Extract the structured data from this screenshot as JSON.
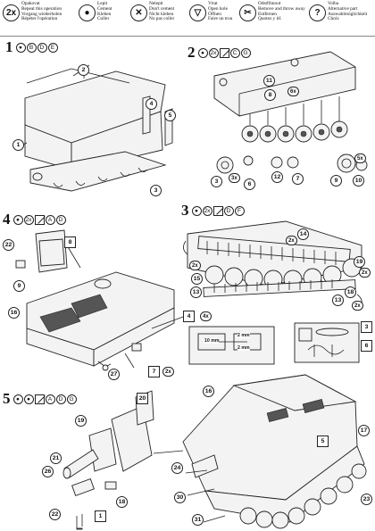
{
  "legend": [
    {
      "icon": "2x",
      "lines": [
        "Opakovat",
        "Repeat this operation",
        "Vorgang wiederholen",
        "Répéter l'opération"
      ]
    },
    {
      "icon": "●",
      "lines": [
        "Lepit",
        "Cement",
        "Kleben",
        "Coller"
      ]
    },
    {
      "icon": "✕",
      "lines": [
        "Nelepit",
        "Don't cement",
        "Nicht kleben",
        "No pas coller"
      ]
    },
    {
      "icon": "▽",
      "lines": [
        "Vrtat",
        "Open hole",
        "Öffnen",
        "Faire un trou"
      ]
    },
    {
      "icon": "✂",
      "lines": [
        "Odstřihnout",
        "Remove and throw away",
        "Entfernen",
        "Quotez y tiš"
      ]
    },
    {
      "icon": "?",
      "lines": [
        "Volba",
        "Alternative part",
        "Auswahlmöglichkeit",
        "Choix"
      ]
    }
  ],
  "steps": [
    {
      "number": "1",
      "icons": [
        "●",
        "B",
        "D",
        "E"
      ]
    },
    {
      "number": "2",
      "icons": [
        "●",
        "2x",
        "✂",
        "C",
        "G"
      ]
    },
    {
      "number": "3",
      "icons": [
        "●",
        "2x",
        "✂",
        "D",
        "F"
      ]
    },
    {
      "number": "4",
      "icons": [
        "●",
        "2x",
        "✂",
        "A",
        "D"
      ]
    },
    {
      "number": "5",
      "icons": [
        "●",
        "●",
        "✂",
        "A",
        "D",
        "G"
      ]
    }
  ],
  "callouts": {
    "s1": [
      "2",
      "1",
      "4",
      "5",
      "3"
    ],
    "s2": [
      "11",
      "8",
      "6x",
      "3",
      "3x",
      "6",
      "12",
      "7",
      "9",
      "10",
      "5x"
    ],
    "s3": [
      "2x",
      "14",
      "2x",
      "15",
      "13",
      "19",
      "2x",
      "13",
      "18",
      "2x"
    ],
    "s4": [
      "22",
      "8",
      "9",
      "16",
      "4",
      "4x",
      "27",
      "7",
      "2x",
      "3",
      "6"
    ],
    "s5": [
      "20",
      "19",
      "16",
      "21",
      "26",
      "22",
      "1",
      "18",
      "24",
      "30",
      "31",
      "5",
      "17",
      "23"
    ]
  },
  "measurements": {
    "m1": "2 mm",
    "m2": "10 mm",
    "m3": "2 mm"
  }
}
